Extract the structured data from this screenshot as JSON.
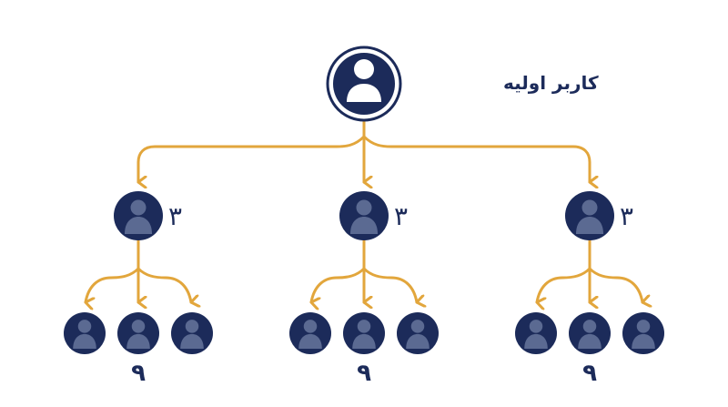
{
  "root": {
    "label": "کاربر اولیه"
  },
  "level1": [
    {
      "count_label": "۳"
    },
    {
      "count_label": "۳"
    },
    {
      "count_label": "۳"
    }
  ],
  "level2_groups": [
    {
      "count_label": "۹"
    },
    {
      "count_label": "۹"
    },
    {
      "count_label": "۹"
    }
  ],
  "colors": {
    "navy": "#1c2b5a",
    "connector": "#e2a63c",
    "person_light": "#5b6a92",
    "background": "#ffffff"
  },
  "icons": {
    "root": "user-icon",
    "child": "user-icon"
  }
}
